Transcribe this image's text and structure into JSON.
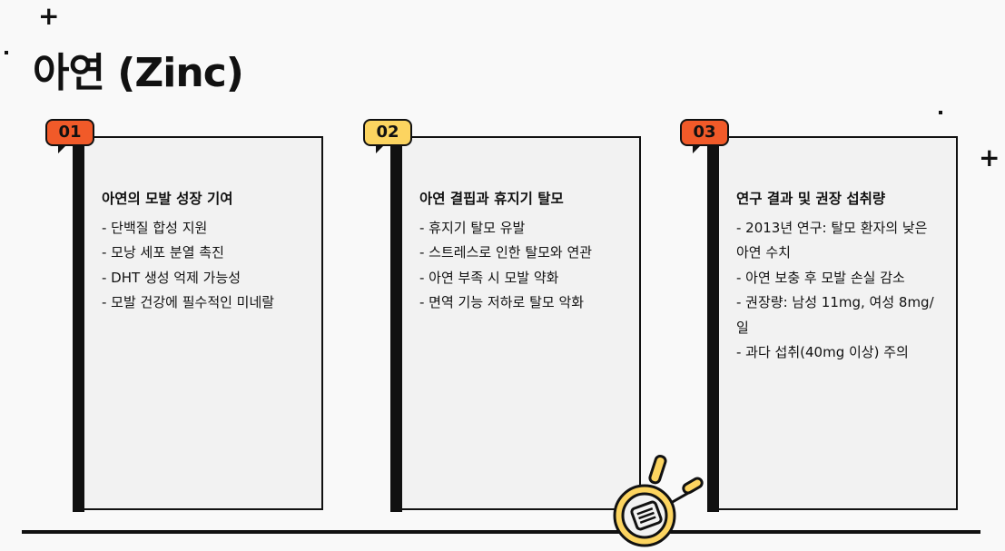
{
  "title": "아연 (Zinc)",
  "colors": {
    "badge_orange": "#f15a29",
    "badge_yellow": "#fcd460",
    "card_bg": "#f2f2f2",
    "ink": "#111111"
  },
  "cards": [
    {
      "number": "01",
      "badge_color": "#f15a29",
      "heading": "아연의 모발 성장 기여",
      "lines": [
        "- 단백질 합성 지원",
        "- 모낭 세포 분열 촉진",
        "- DHT 생성 억제 가능성",
        "- 모발 건강에 필수적인 미네랄"
      ]
    },
    {
      "number": "02",
      "badge_color": "#fcd460",
      "heading": "아연 결핍과 휴지기 탈모",
      "lines": [
        "- 휴지기 탈모 유발",
        "- 스트레스로 인한 탈모와 연관",
        "- 아연 부족 시 모발 약화",
        "- 면역 기능 저하로 탈모 악화"
      ]
    },
    {
      "number": "03",
      "badge_color": "#f15a29",
      "heading": "연구 결과 및 권장 섭취량",
      "lines": [
        "- 2013년 연구: 탈모 환자의 낮은",
        "아연 수치",
        "- 아연 보충 후 모발 손실 감소",
        "- 권장량: 남성 11mg, 여성 8mg/",
        "일",
        "- 과다 섭취(40mg 이상) 주의"
      ]
    }
  ],
  "icons": {
    "plus": "+",
    "illustration": "frying-pan-icon"
  }
}
